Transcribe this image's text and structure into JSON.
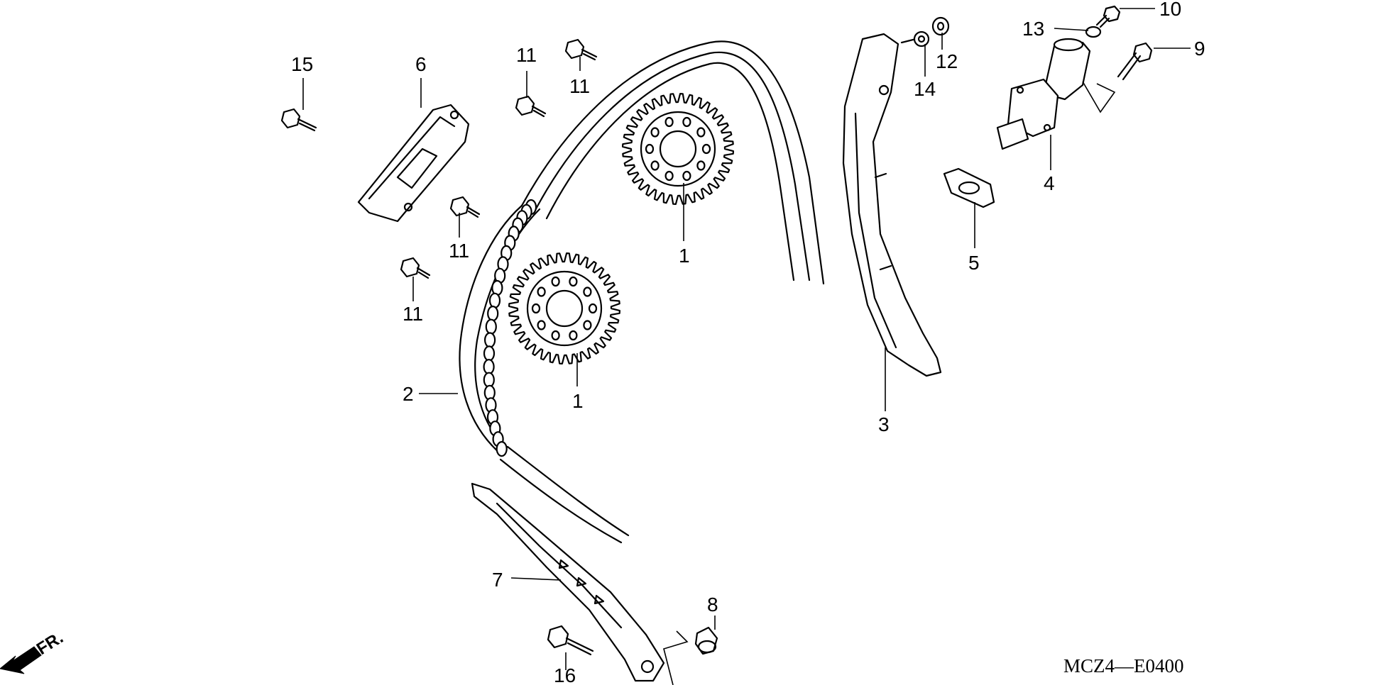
{
  "diagram": {
    "callouts": {
      "sprocket_upper": "1",
      "sprocket_lower": "1",
      "chain": "2",
      "tensioner_slipper": "3",
      "tensioner_lifter": "4",
      "gasket": "5",
      "guide_top": "6",
      "guide_front": "7",
      "pivot_bolt": "8",
      "bolt_9": "9",
      "bolt_10": "10",
      "bolt_11_a": "11",
      "bolt_11_b": "11",
      "bolt_11_c": "11",
      "bolt_11_d": "11",
      "washer_12": "12",
      "washer_13": "13",
      "washer_14": "14",
      "bolt_15": "15",
      "bolt_16": "16"
    },
    "front_marker": "FR.",
    "drawing_code": "MCZ4—E0400"
  }
}
